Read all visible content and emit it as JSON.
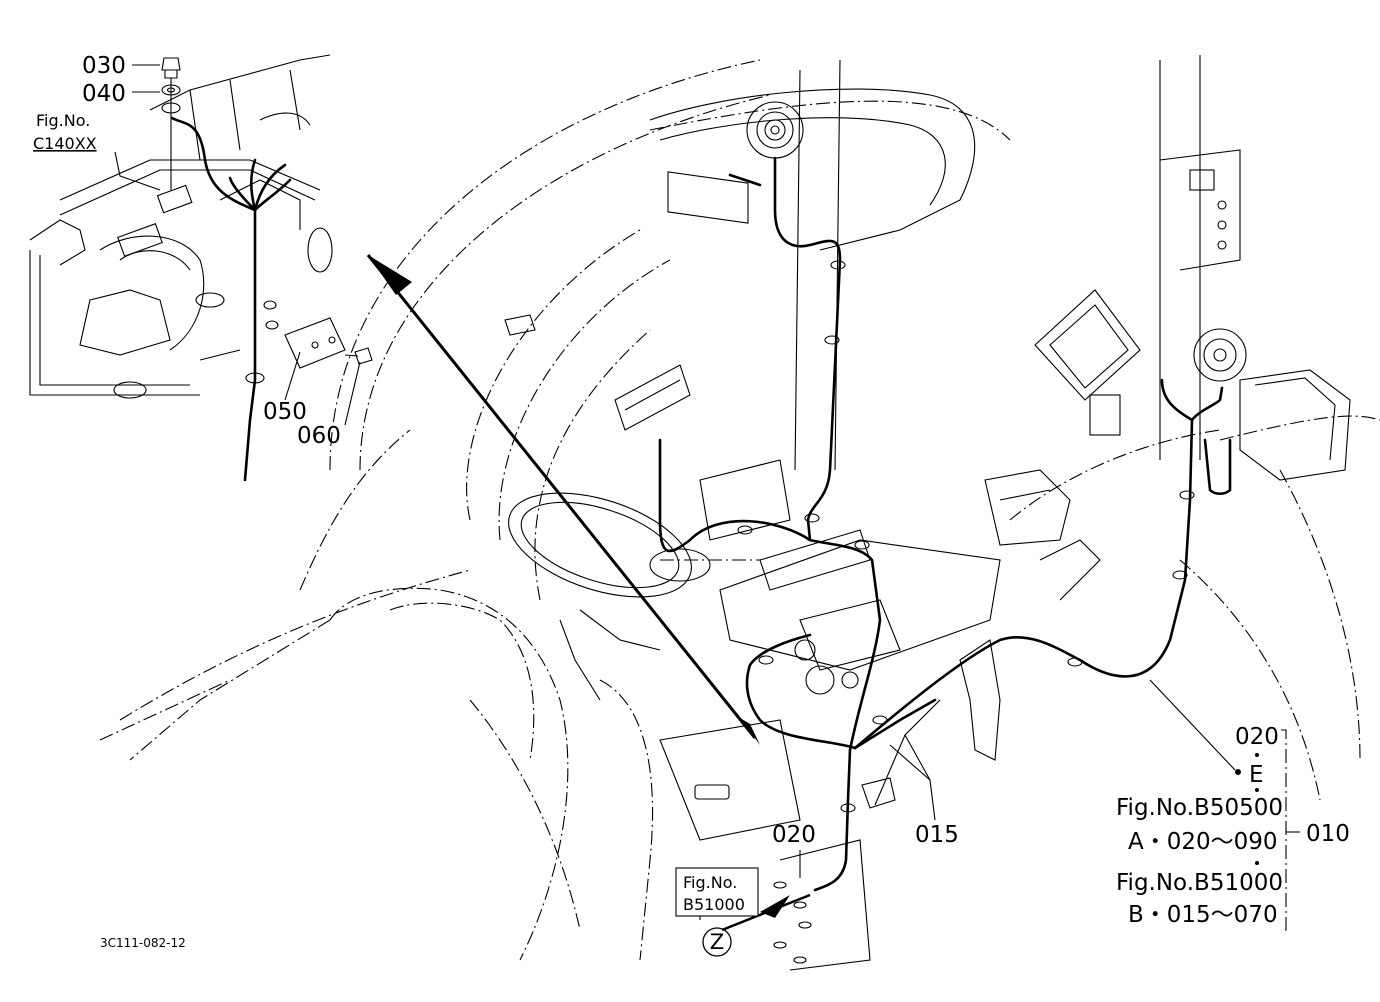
{
  "callouts": {
    "p030": "030",
    "p040": "040",
    "p050": "050",
    "p060": "060",
    "p015": "015",
    "p020_right": "020",
    "p020_bottom": "020",
    "p010": "010",
    "e_letter": "E",
    "z_letter": "Z"
  },
  "fig_refs": {
    "inset_fig_label": "Fig.No.",
    "inset_fig_code": "C140XX",
    "bottom_fig_label": "Fig.No.",
    "bottom_fig_code": "B51000"
  },
  "legend": {
    "line_a_fig": "Fig.No.B50500",
    "line_a_range": "A・020～090",
    "line_b_fig": "Fig.No.B51000",
    "line_b_range": "B・015～070"
  },
  "drawing_code": "3C111-082-12"
}
